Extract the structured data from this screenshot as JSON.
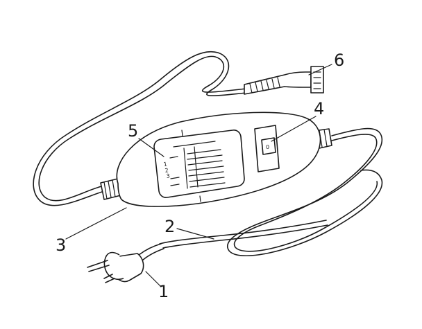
{
  "callouts": [
    "1",
    "2",
    "3",
    "4",
    "5",
    "6"
  ],
  "switch_label": "0",
  "setting_marks": [
    "1",
    "2",
    "3"
  ]
}
